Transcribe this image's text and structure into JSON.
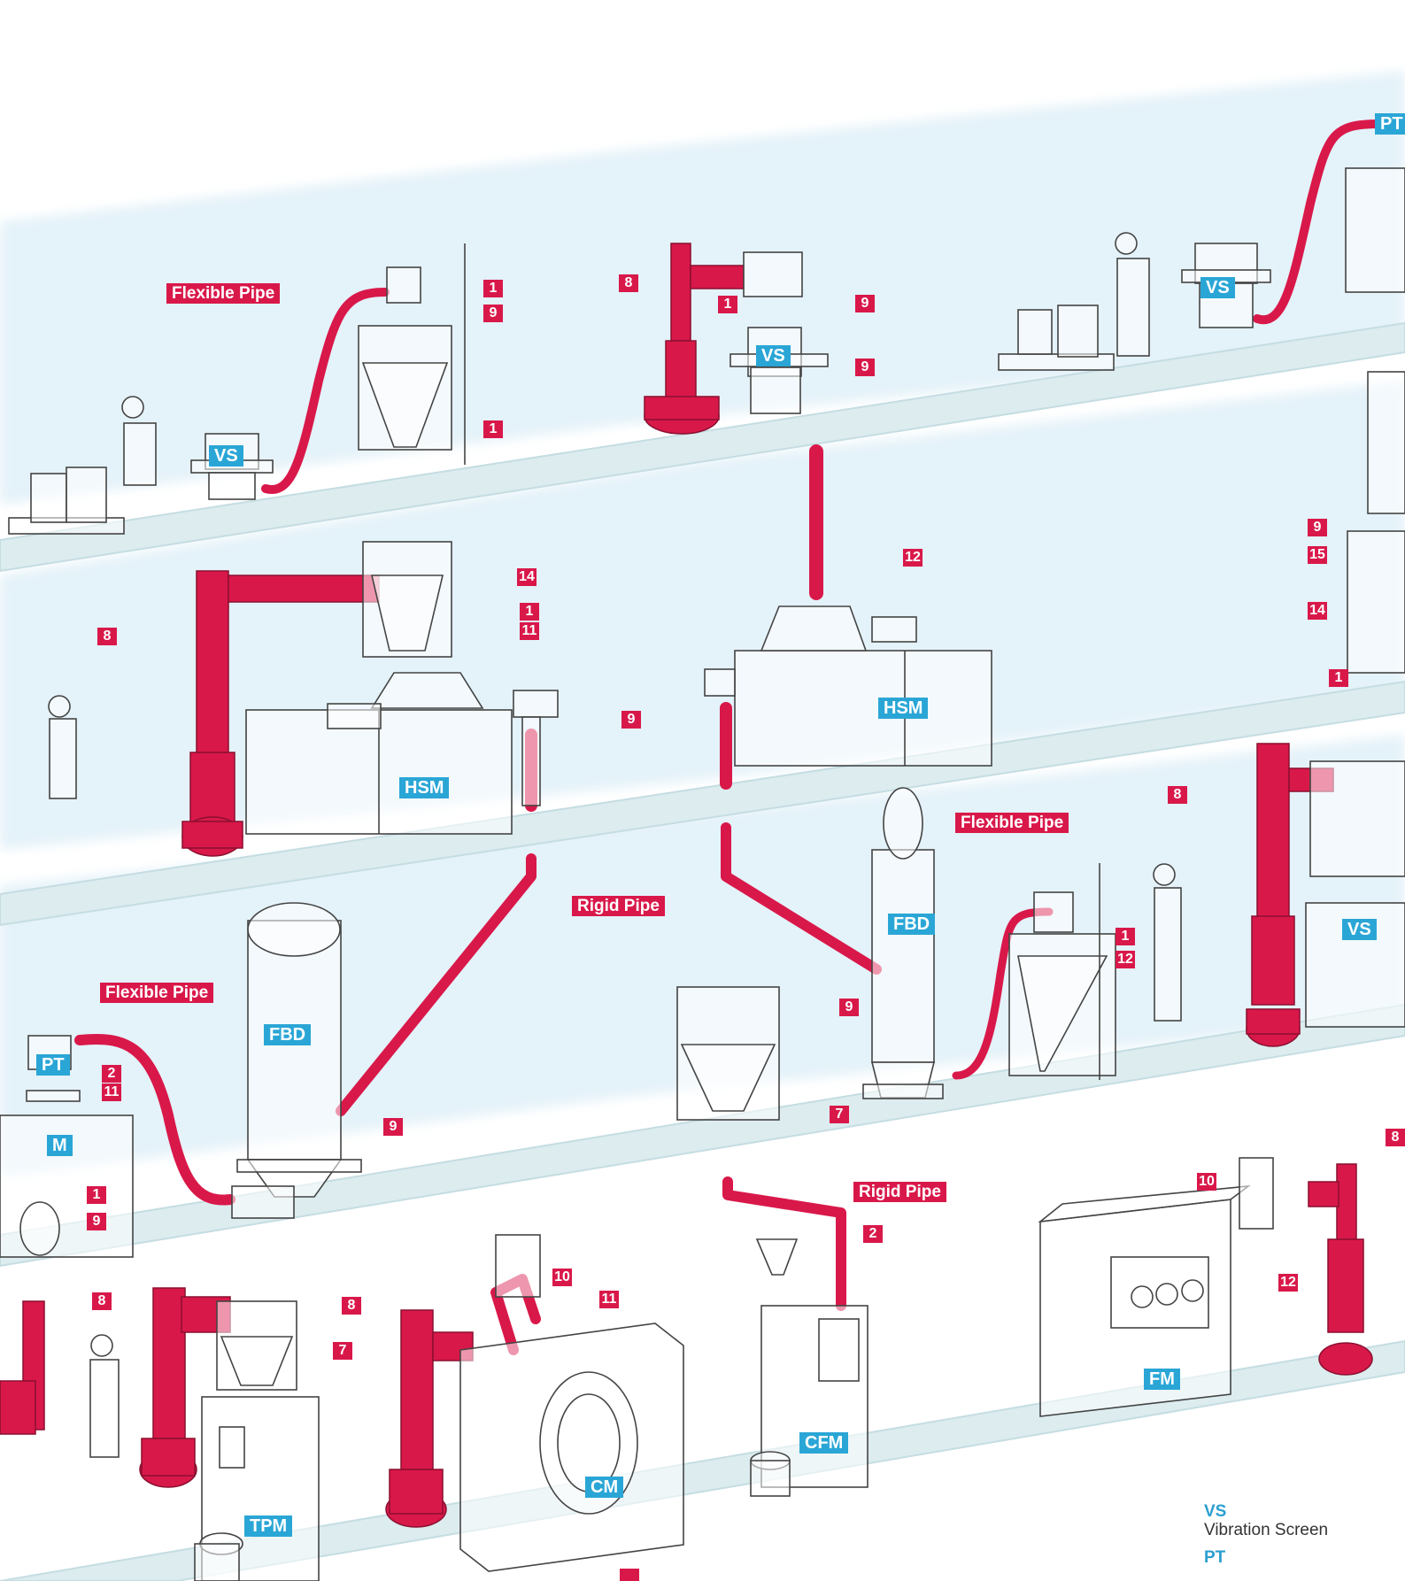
{
  "labels": {
    "flexible_pipe": "Flexible Pipe",
    "rigid_pipe": "Rigid Pipe"
  },
  "machines": {
    "vs": "VS",
    "pt": "PT",
    "hsm": "HSM",
    "fbd": "FBD",
    "m": "M",
    "tpm": "TPM",
    "cm": "CM",
    "cfm": "CFM",
    "fm": "FM"
  },
  "numbers": {
    "n1": "1",
    "n2": "2",
    "n7": "7",
    "n8": "8",
    "n9": "9",
    "n10": "10",
    "n11": "11",
    "n12": "12",
    "n14": "14",
    "n15": "15"
  },
  "legend": [
    {
      "code": "VS",
      "desc": "Vibration Screen"
    },
    {
      "code": "PT",
      "desc": ""
    }
  ],
  "colors": {
    "pipe": "#d9184a",
    "machine_tag": "#2aa6d6",
    "floor": "#d8ecef",
    "wash": "#dceef7"
  }
}
